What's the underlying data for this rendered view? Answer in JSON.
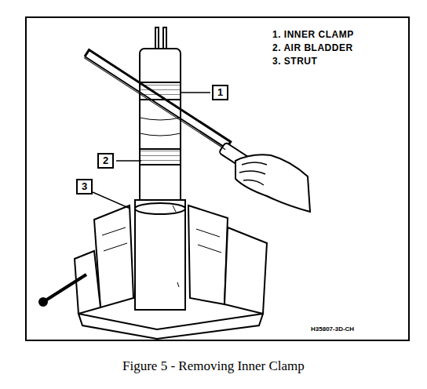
{
  "diagram": {
    "caption": "Figure 5 - Removing Inner Clamp",
    "labels": [
      "1. INNER CLAMP",
      "2. AIR BLADDER",
      "3. STRUT",
      "1",
      "2",
      "3",
      "H35807-3D-CH"
    ]
  }
}
